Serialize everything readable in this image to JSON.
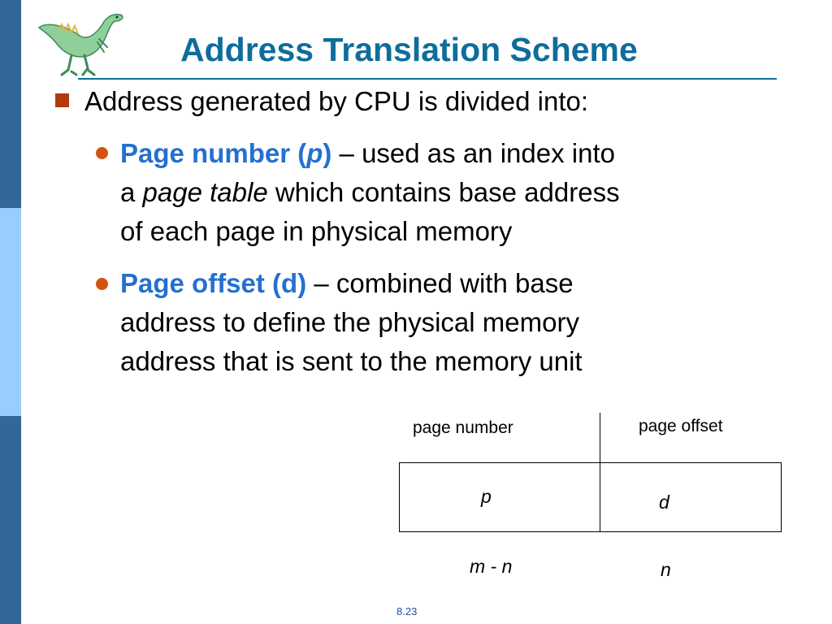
{
  "slide": {
    "title": "Address Translation Scheme",
    "main_bullet": "Address generated by CPU is divided into:",
    "sub_bullets": [
      {
        "term_a": "Page number (",
        "term_var": "p",
        "term_b": ")",
        "line1_rest": " – used as an index into",
        "line2_a": "a ",
        "line2_em": "page table",
        "line2_b": " which contains base address",
        "line3": "of each page in physical memory"
      },
      {
        "term": "Page offset (d)",
        "line1_rest": " – combined with base",
        "line2": "address to define the physical memory",
        "line3": "address that is sent to the memory unit"
      }
    ],
    "page_number": "8.23"
  },
  "diagram": {
    "label_page_number": "page number",
    "label_page_offset": "page offset",
    "field_p": "p",
    "field_d": "d",
    "width_p": "m - n",
    "width_d": "n"
  },
  "colors": {
    "title": "#0E6D9B",
    "highlight": "#2470D0",
    "bullet_square": "#B23A0A",
    "bullet_dot": "#D2520F",
    "sidebar_dark": "#336699",
    "sidebar_light": "#99CCFF"
  }
}
